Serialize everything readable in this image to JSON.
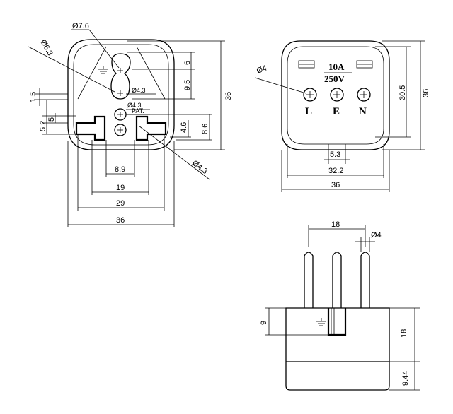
{
  "front_view": {
    "d_7_6": "Ø7.6",
    "d_6_3": "Ø6.3",
    "d_4_3_a": "Ø4.3",
    "d_4_3_b": "Ø4.3",
    "d_4_3_c": "Ø4.3",
    "pat": "PAT.",
    "h_6": "6",
    "h_9_5": "9.5",
    "h_36": "36",
    "h_4_6": "4.6",
    "h_8_6": "8.6",
    "v_1_5": "1.5",
    "v_5": "5",
    "v_5_2": "5.2",
    "w_8_9": "8.9",
    "w_19": "19",
    "w_29": "29",
    "w_36": "36"
  },
  "socket_view": {
    "d_4": "Ø4",
    "rating_current": "10A",
    "rating_voltage": "250V",
    "pin_l": "L",
    "pin_e": "E",
    "pin_n": "N",
    "h_30_5": "30.5",
    "h_36": "36",
    "w_5_3": "5.3",
    "w_32_2": "32.2",
    "w_36": "36"
  },
  "side_view": {
    "w_18": "18",
    "d_4": "Ø4",
    "h_9": "9",
    "h_18": "18",
    "h_9_44": "9.44"
  }
}
